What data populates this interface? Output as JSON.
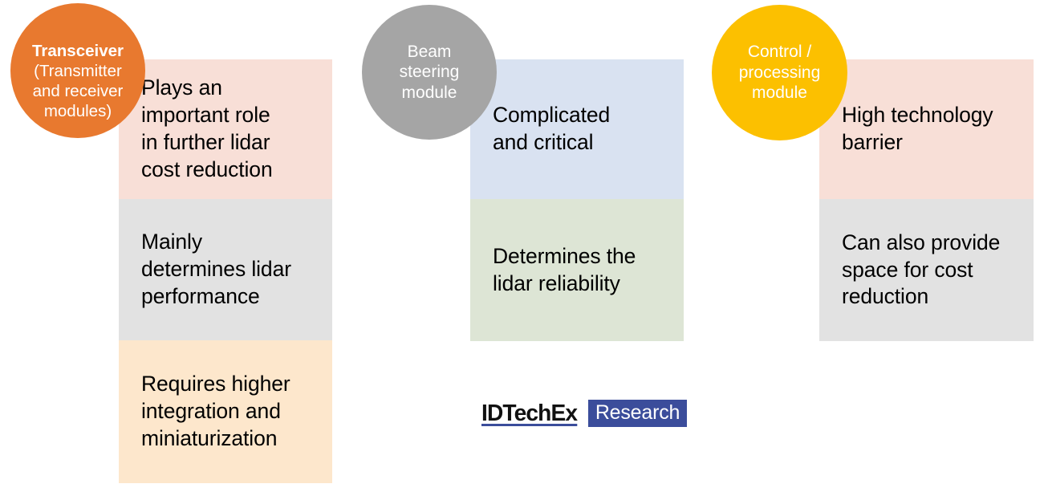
{
  "diagram": {
    "type": "three-column-module-breakdown",
    "columns": [
      {
        "id": "transceiver",
        "badge": {
          "title": "Transceiver",
          "subtitle": "(Transmitter\nand receiver\nmodules)",
          "color": "#e8792f",
          "text_color": "#ffffff"
        },
        "blocks": [
          {
            "text": "Plays an\nimportant role\nin further lidar\ncost reduction",
            "color": "#f8dfd7"
          },
          {
            "text": "Mainly\ndetermines lidar\nperformance",
            "color": "#e2e2e2"
          },
          {
            "text": "Requires higher\nintegration and\nminiaturization",
            "color": "#fde7cc"
          }
        ]
      },
      {
        "id": "beam-steering",
        "badge": {
          "title": "",
          "subtitle": "Beam\nsteering\nmodule",
          "color": "#a5a5a5",
          "text_color": "#ffffff"
        },
        "blocks": [
          {
            "text": "Complicated\nand critical",
            "color": "#d9e2f1"
          },
          {
            "text": "Determines the\nlidar reliability",
            "color": "#dde5d5"
          }
        ]
      },
      {
        "id": "control-processing",
        "badge": {
          "title": "",
          "subtitle": "Control /\nprocessing\nmodule",
          "color": "#fcc000",
          "text_color": "#ffffff"
        },
        "blocks": [
          {
            "text": "High technology\nbarrier",
            "color": "#f8dfd7"
          },
          {
            "text": "Can also provide\nspace for cost\nreduction",
            "color": "#e2e2e2"
          }
        ]
      }
    ]
  },
  "logo": {
    "wordmark": "IDTechEx",
    "suffix": "Research",
    "accent_color": "#3b4d9b",
    "wordmark_color": "#111111",
    "suffix_text_color": "#ffffff"
  }
}
